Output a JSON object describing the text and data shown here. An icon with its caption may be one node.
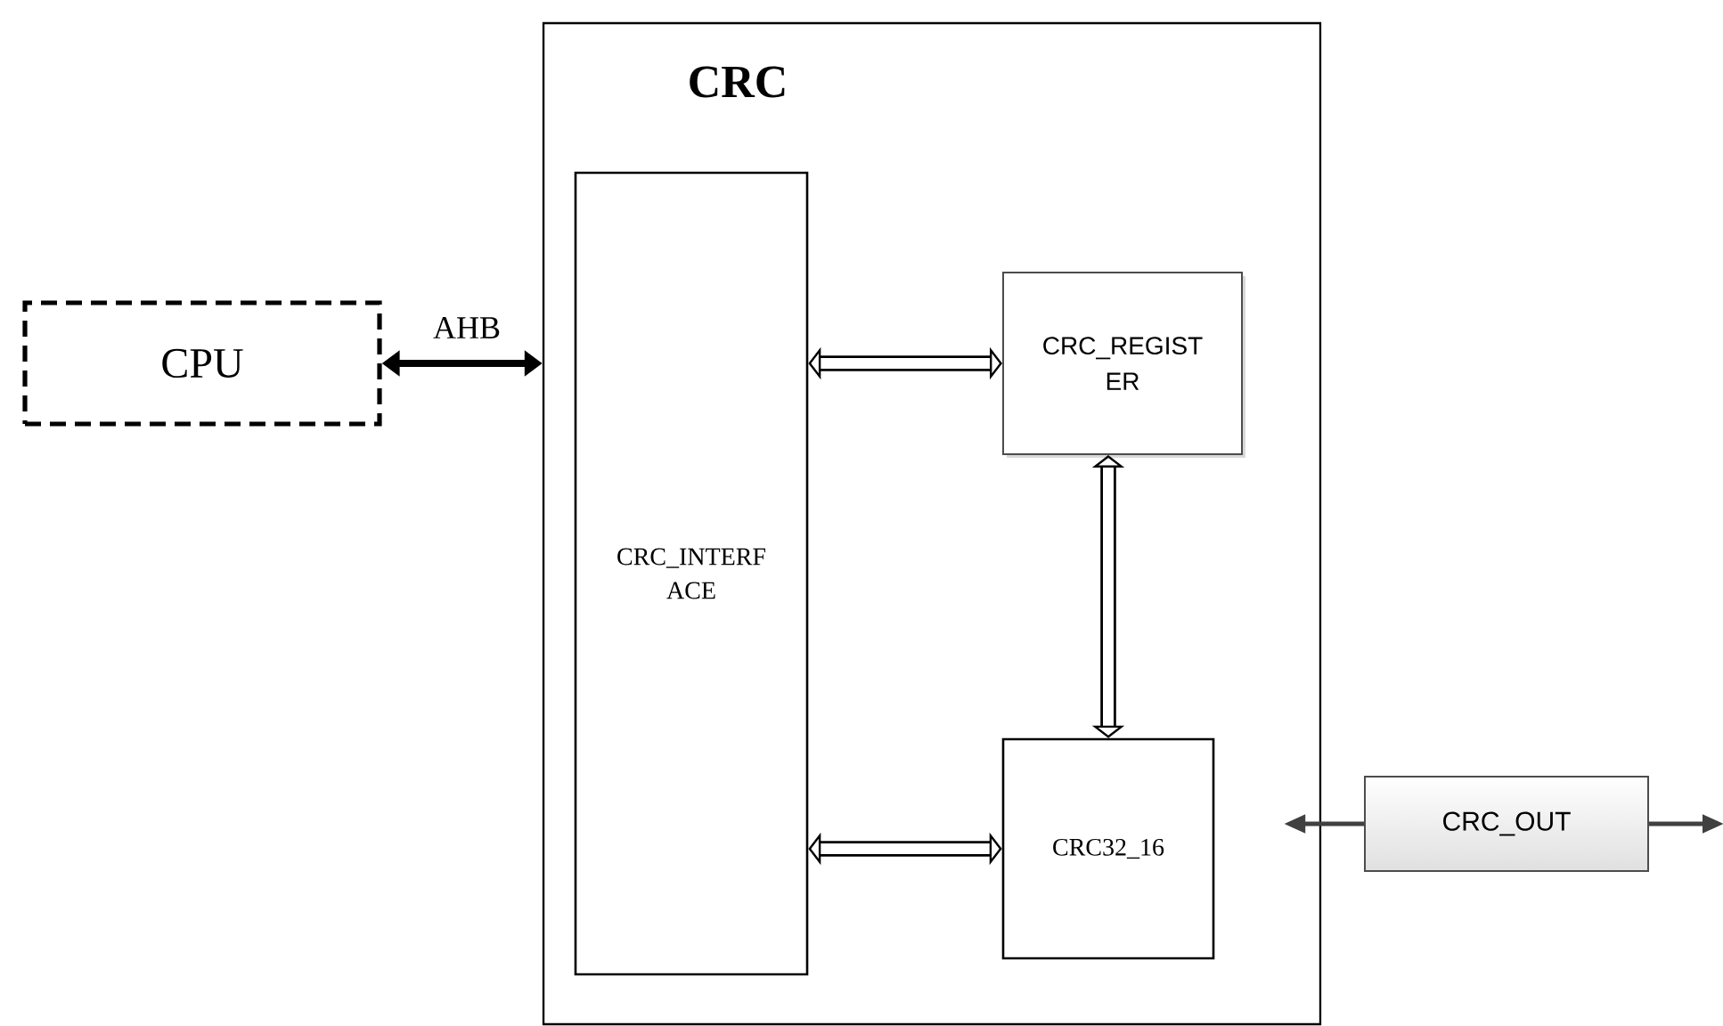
{
  "diagram": {
    "nodes": [
      {
        "text": [
          "CPU"
        ]
      },
      {
        "text": [
          "CRC"
        ]
      },
      {
        "text": [
          "CRC_INTERF ACE"
        ],
        "in": 1
      },
      {
        "text": [
          "CRC_REGIST ER"
        ],
        "in": 1
      },
      {
        "text": [
          "CRC32_16"
        ],
        "in": 1
      },
      {
        "text": [
          "CRC_OUT"
        ]
      }
    ],
    "edges": [
      {
        "from": 0,
        "to": 1,
        "arrow": "both",
        "label": "AHB"
      },
      {
        "from": 2,
        "to": 3,
        "arrow": "both",
        "style": "thick"
      },
      {
        "from": 3,
        "to": 4,
        "arrow": "both",
        "style": "thick"
      },
      {
        "from": 2,
        "to": 4,
        "arrow": "both",
        "style": "thick"
      },
      {
        "from": 5,
        "to": 1,
        "arrow": "to",
        "color": "#404040"
      },
      {
        "from": 5,
        "to": null,
        "arrow": "to",
        "color": "#404040"
      }
    ]
  }
}
